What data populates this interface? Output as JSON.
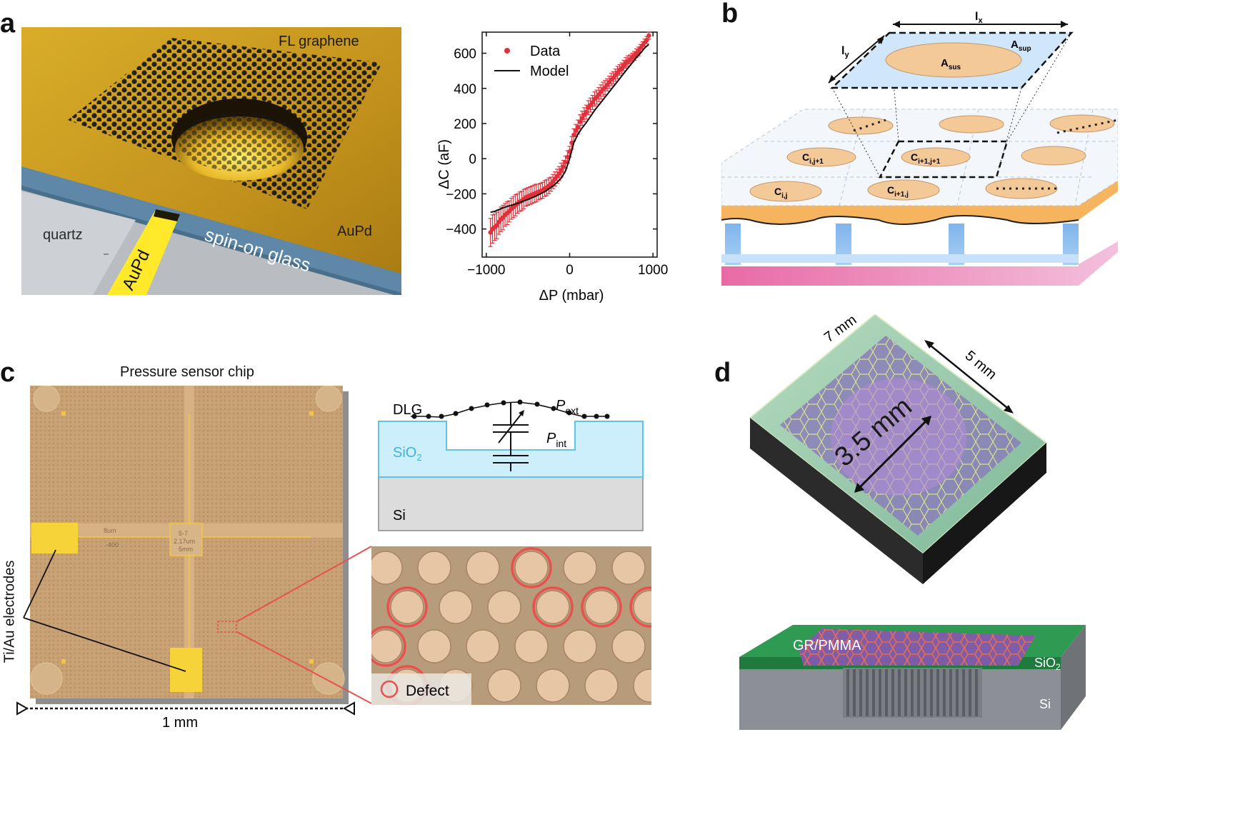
{
  "panels": {
    "a": {
      "letter": "a",
      "illustration": {
        "graphene_label": "FL graphene",
        "aupd_label": "AuPd",
        "quartz_label": "quartz",
        "glass_label": "spin-on glass",
        "strip_label": "AuPd"
      }
    },
    "b": {
      "letter": "b",
      "labels": {
        "lx": "l",
        "lx_sub": "x",
        "ly": "l",
        "ly_sub": "y",
        "asus": "A",
        "asus_sub": "sus",
        "asup": "A",
        "asup_sub": "sup",
        "cij1": "C",
        "cij1_sub": "i,j+1",
        "ci1j1": "C",
        "ci1j1_sub": "i+1,j+1",
        "cij": "C",
        "cij_sub": "i,j",
        "ci1j": "C",
        "ci1j_sub": "i+1,j"
      }
    },
    "c": {
      "letter": "c",
      "chip_title": "Pressure sensor chip",
      "chip_text": {
        "label1": "8um",
        "label2": "-400",
        "label3": "5-7",
        "label4": "2.17um",
        "label5": "5mm"
      },
      "electrode_label": "Ti/Au electrodes",
      "scale_label": "1 mm",
      "schematic": {
        "dlg": "DLG",
        "pext": "P",
        "pext_sub": "ext",
        "pint": "P",
        "pint_sub": "int",
        "sio2": "SiO",
        "sio2_sub": "2",
        "si": "Si"
      },
      "defect_label": "Defect"
    },
    "d": {
      "letter": "d",
      "dim_7mm": "7 mm",
      "dim_5mm": "5 mm",
      "dim_35mm": "3.5 mm",
      "gr_pmma": "GR/PMMA",
      "sio2": "SiO",
      "sio2_sub": "2",
      "si": "Si"
    }
  },
  "chart_data": {
    "type": "scatter",
    "xlabel": "ΔP (mbar)",
    "ylabel": "ΔC (aF)",
    "xlim": [
      -1050,
      1050
    ],
    "ylim": [
      -560,
      720
    ],
    "xticks": [
      -1000,
      0,
      1000
    ],
    "xtick_labels": [
      "−1000",
      "0",
      "1000"
    ],
    "yticks": [
      -400,
      -200,
      0,
      200,
      400,
      600
    ],
    "ytick_labels": [
      "−400",
      "−200",
      "0",
      "200",
      "400",
      "600"
    ],
    "legend_position": "top-left",
    "series": [
      {
        "name": "Data",
        "kind": "points_with_errorbars",
        "color": "#e0323c",
        "x": [
          -950,
          -925,
          -900,
          -875,
          -850,
          -825,
          -800,
          -775,
          -750,
          -725,
          -700,
          -675,
          -650,
          -625,
          -600,
          -575,
          -550,
          -525,
          -500,
          -475,
          -450,
          -425,
          -400,
          -375,
          -350,
          -325,
          -300,
          -275,
          -250,
          -225,
          -200,
          -175,
          -150,
          -125,
          -100,
          -75,
          -50,
          -25,
          0,
          25,
          50,
          75,
          100,
          125,
          150,
          175,
          200,
          225,
          250,
          275,
          300,
          325,
          350,
          375,
          400,
          425,
          450,
          475,
          500,
          525,
          550,
          575,
          600,
          625,
          650,
          675,
          700,
          725,
          750,
          775,
          800,
          825,
          850,
          875,
          900,
          925,
          950
        ],
        "y": [
          -420,
          -400,
          -390,
          -380,
          -360,
          -345,
          -335,
          -320,
          -310,
          -300,
          -285,
          -275,
          -265,
          -255,
          -245,
          -240,
          -230,
          -220,
          -215,
          -210,
          -205,
          -200,
          -195,
          -190,
          -185,
          -180,
          -170,
          -165,
          -155,
          -145,
          -130,
          -115,
          -100,
          -85,
          -65,
          -45,
          -20,
          10,
          40,
          90,
          135,
          160,
          180,
          210,
          230,
          250,
          265,
          290,
          305,
          320,
          340,
          350,
          365,
          380,
          395,
          405,
          420,
          435,
          450,
          460,
          475,
          490,
          505,
          515,
          530,
          545,
          555,
          565,
          575,
          585,
          600,
          610,
          630,
          645,
          660,
          675,
          700
        ],
        "err": [
          80,
          80,
          75,
          75,
          70,
          70,
          70,
          65,
          65,
          60,
          60,
          60,
          60,
          55,
          55,
          55,
          55,
          50,
          50,
          50,
          50,
          50,
          50,
          45,
          45,
          45,
          45,
          45,
          45,
          40,
          40,
          40,
          40,
          40,
          40,
          35,
          35,
          35,
          30,
          35,
          35,
          35,
          40,
          40,
          40,
          40,
          40,
          40,
          40,
          40,
          40,
          40,
          40,
          40,
          40,
          40,
          35,
          35,
          35,
          35,
          35,
          35,
          30,
          30,
          30,
          30,
          30,
          25,
          25,
          25,
          25,
          25,
          20,
          20,
          20,
          20,
          20
        ]
      },
      {
        "name": "Model",
        "kind": "line",
        "color": "#111111",
        "x": [
          -950,
          -900,
          -850,
          -800,
          -750,
          -700,
          -650,
          -600,
          -550,
          -500,
          -450,
          -400,
          -350,
          -300,
          -250,
          -200,
          -150,
          -100,
          -50,
          0,
          50,
          100,
          150,
          200,
          250,
          300,
          350,
          400,
          450,
          500,
          550,
          600,
          650,
          700,
          750,
          800,
          850,
          900,
          950
        ],
        "y": [
          -305,
          -300,
          -290,
          -280,
          -272,
          -265,
          -258,
          -250,
          -240,
          -232,
          -222,
          -212,
          -200,
          -188,
          -172,
          -155,
          -135,
          -110,
          -70,
          0,
          90,
          140,
          175,
          205,
          240,
          275,
          305,
          335,
          365,
          395,
          425,
          455,
          485,
          515,
          545,
          575,
          600,
          630,
          650
        ]
      }
    ]
  }
}
